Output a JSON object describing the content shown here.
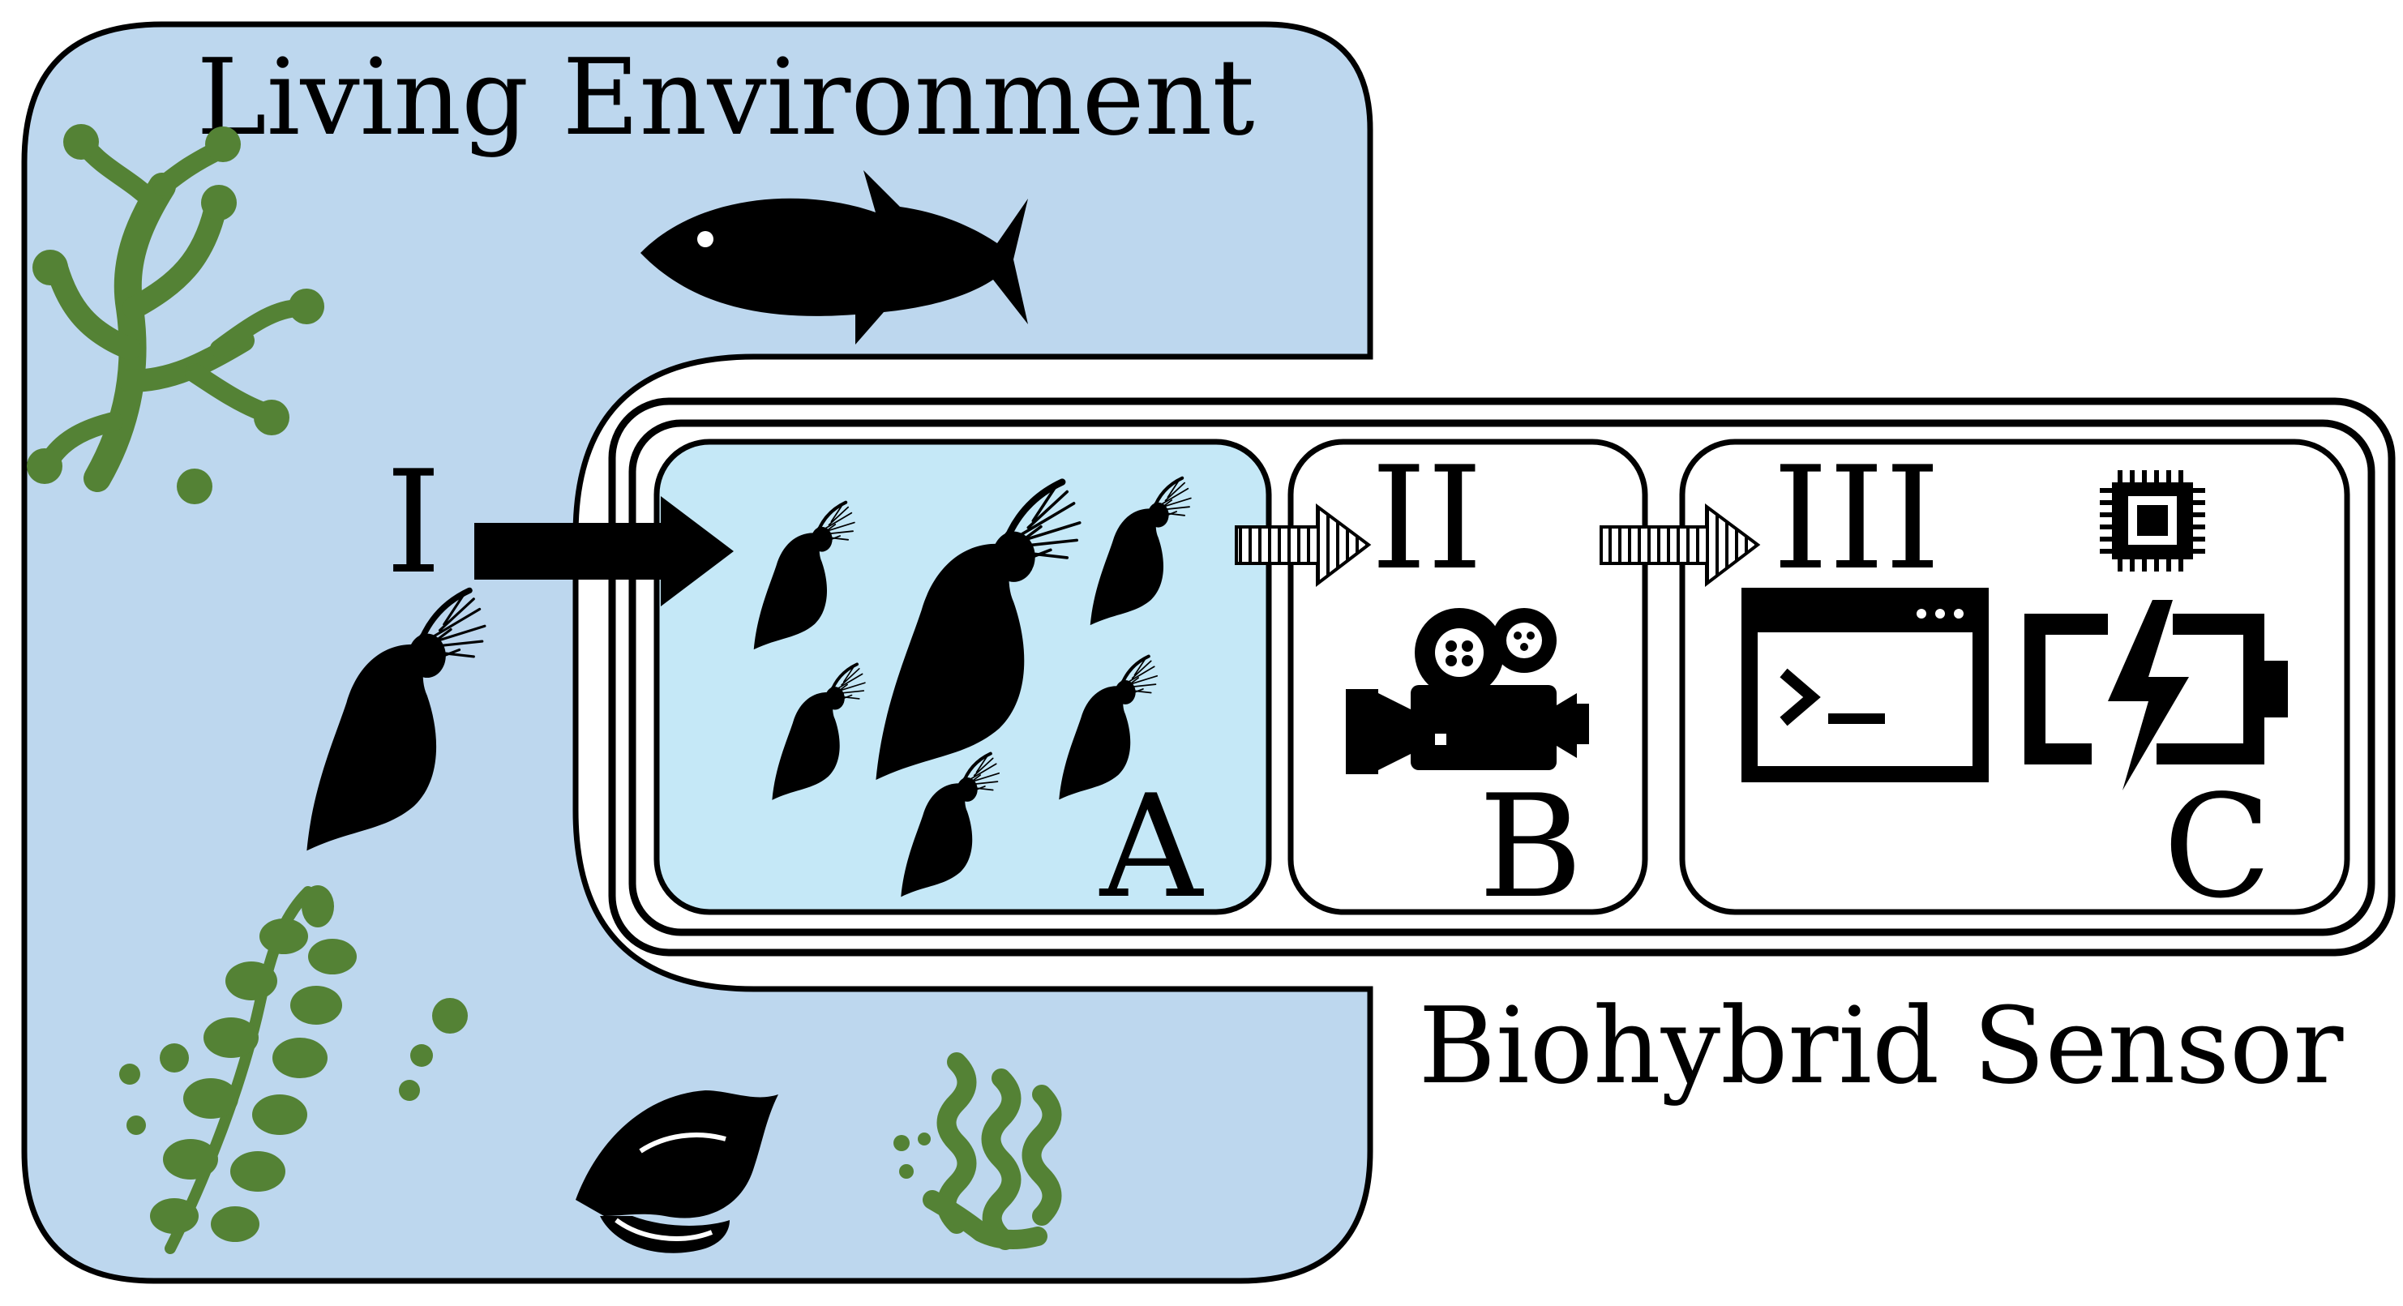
{
  "environment": {
    "title": "Living Environment",
    "fill": "#bdd7ee",
    "stroke": "#000000"
  },
  "sensor": {
    "title": "Biohybrid Sensor",
    "stage_labels": {
      "I": "I",
      "II": "II",
      "III": "III"
    },
    "compartments": [
      {
        "id": "A",
        "label": "A",
        "fill": "#c5e8f7"
      },
      {
        "id": "B",
        "label": "B",
        "fill": "#ffffff"
      },
      {
        "id": "C",
        "label": "C",
        "fill": "#ffffff"
      }
    ]
  },
  "icons": {
    "environment": [
      "seaweed-icon",
      "fish-icon",
      "water-plant-icon",
      "shell-icon",
      "kelp-icon",
      "daphnia-icon"
    ],
    "compartment_a": [
      "daphnia-icon"
    ],
    "compartment_b": [
      "video-camera-icon"
    ],
    "compartment_c": [
      "terminal-icon",
      "battery-charging-icon",
      "microchip-icon"
    ]
  },
  "colors": {
    "plant_green": "#548235",
    "ink": "#000000"
  }
}
